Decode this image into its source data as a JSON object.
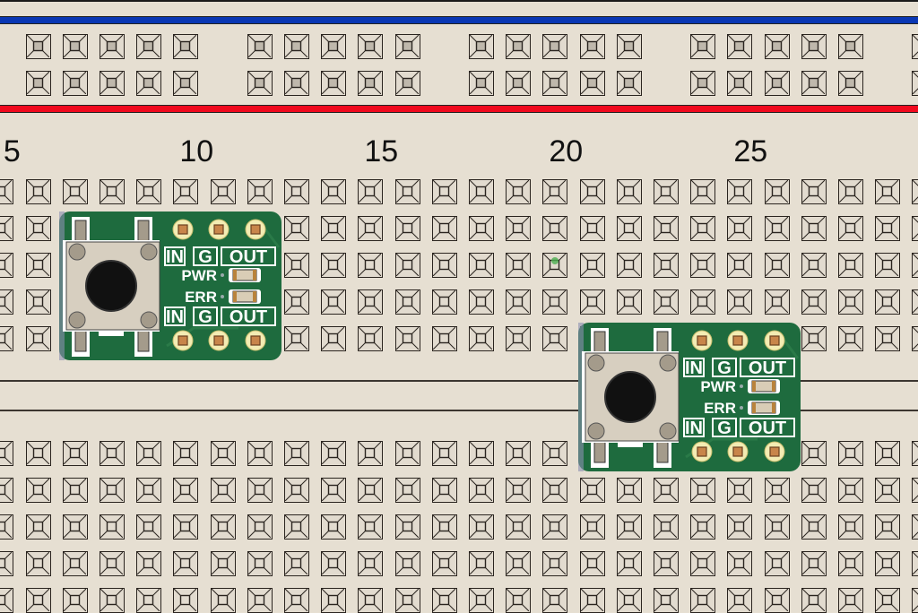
{
  "app": {
    "view": "Fritzing breadboard view"
  },
  "breadboard": {
    "column_labels": [
      {
        "text": "5",
        "col": 5
      },
      {
        "text": "10",
        "col": 10
      },
      {
        "text": "15",
        "col": 15
      },
      {
        "text": "20",
        "col": 20
      },
      {
        "text": "25",
        "col": 25
      }
    ],
    "rails": {
      "top_color": "#0a37b4",
      "bottom_color": "#f00a1e"
    }
  },
  "modules": [
    {
      "name": "button-module-1",
      "top_pins": [
        "IN",
        "G",
        "OUT"
      ],
      "bottom_pins": [
        "IN",
        "G",
        "OUT"
      ],
      "leds": [
        "PWR",
        "ERR"
      ],
      "pcb_color": "#1e6b3e"
    },
    {
      "name": "button-module-2",
      "top_pins": [
        "IN",
        "G",
        "OUT"
      ],
      "bottom_pins": [
        "IN",
        "G",
        "OUT"
      ],
      "leds": [
        "PWR",
        "ERR"
      ],
      "pcb_color": "#1e6b3e"
    }
  ]
}
